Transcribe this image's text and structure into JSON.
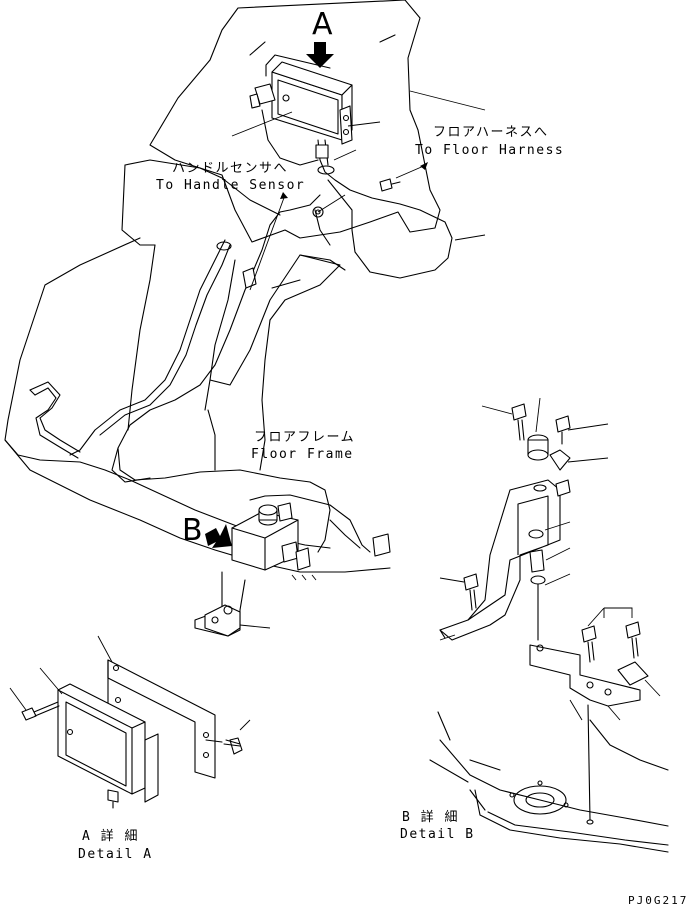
{
  "labels": {
    "view_a": "A",
    "view_b": "B",
    "floor_harness_jp": "フロアハーネスへ",
    "floor_harness_en": "To Floor Harness",
    "handle_sensor_jp": "ハンドルセンサへ",
    "handle_sensor_en": "To Handle Sensor",
    "floor_frame_jp": "フロアフレーム",
    "floor_frame_en": "Floor Frame",
    "detail_a_jp": "A 詳 細",
    "detail_a_en": "Detail A",
    "detail_b_jp": "B 詳 細",
    "detail_b_en": "Detail B",
    "drawing_code": "PJ0G217"
  }
}
